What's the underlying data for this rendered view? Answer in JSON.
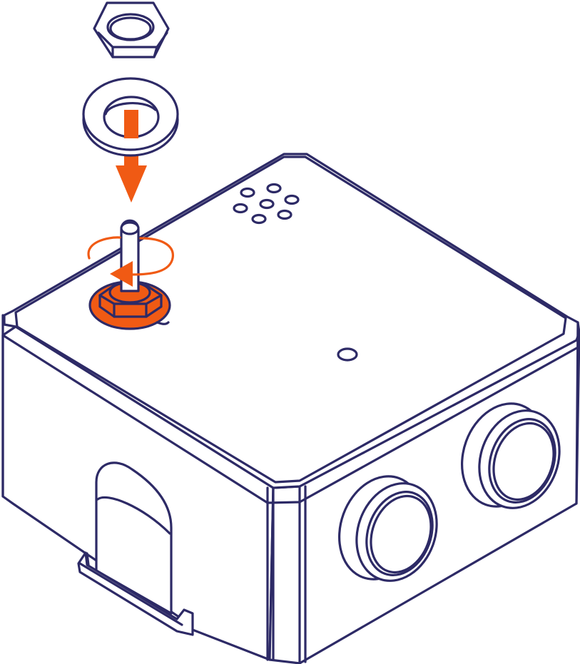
{
  "colors": {
    "line": "#2d2a66",
    "accent": "#f05a14",
    "fill": "#ffffff",
    "background": "#ffffff"
  },
  "parts": [
    {
      "name": "hex-nut",
      "icon": "hex-nut-icon"
    },
    {
      "name": "flat-washer",
      "icon": "washer-icon"
    },
    {
      "name": "down-arrow",
      "icon": "arrow-down-icon"
    },
    {
      "name": "threaded-stud",
      "icon": "stud-icon"
    },
    {
      "name": "rotation-arrow",
      "icon": "rotate-counterclockwise-icon"
    },
    {
      "name": "base-hex-nut",
      "icon": "hex-nut-icon"
    },
    {
      "name": "junction-box",
      "icon": "enclosure-box-icon"
    },
    {
      "name": "vent-holes",
      "icon": "vent-icon"
    },
    {
      "name": "cable-gland-left",
      "icon": "gland-icon"
    },
    {
      "name": "cable-gland-right",
      "icon": "gland-icon"
    },
    {
      "name": "mounting-tab",
      "icon": "mounting-tab-icon"
    }
  ]
}
